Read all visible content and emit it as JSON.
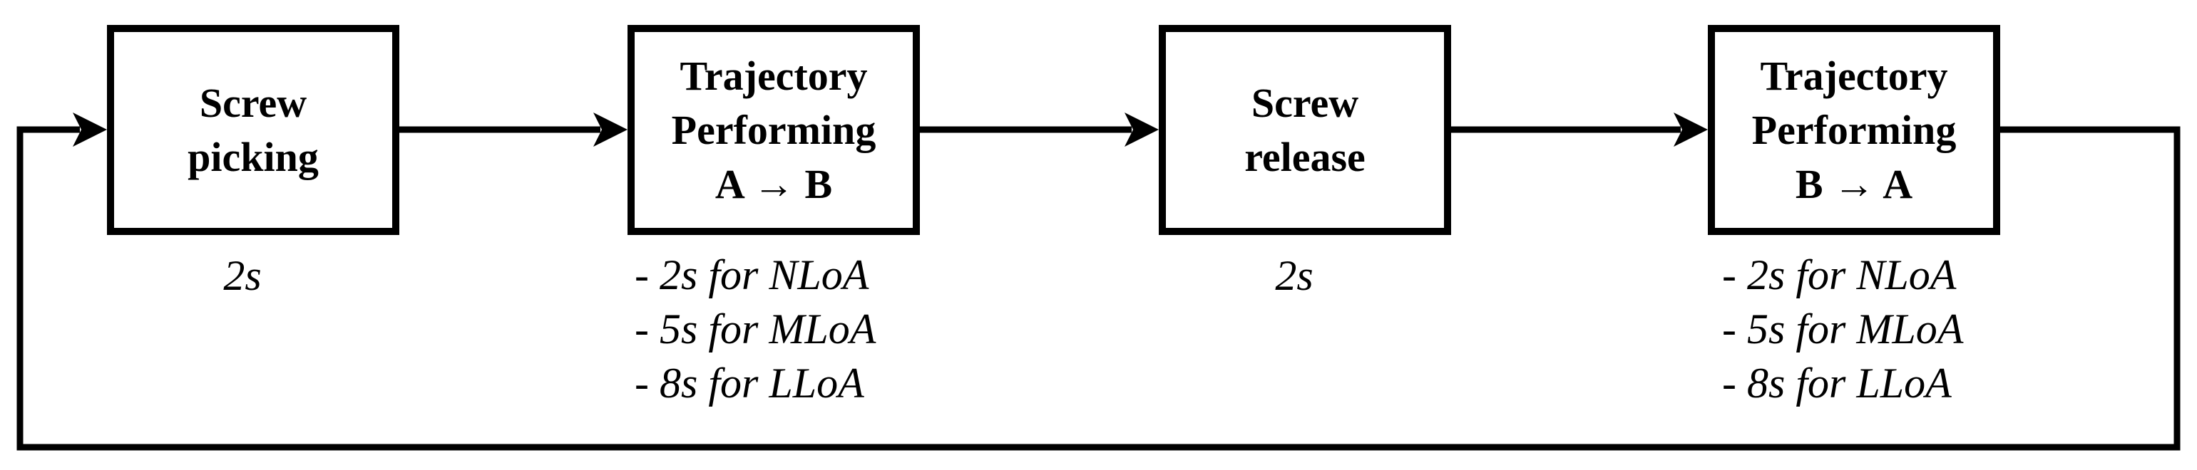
{
  "diagram": {
    "type": "flowchart-loop",
    "colors": {
      "background": "#ffffff",
      "line": "#000000",
      "text": "#000000"
    },
    "boxes": [
      {
        "id": "screw-picking",
        "lines": [
          "Screw",
          "picking"
        ],
        "duration_note": "2s"
      },
      {
        "id": "trajectory-performing-a-to-b",
        "lines": [
          "Trajectory",
          "Performing",
          "A → B"
        ],
        "duration_notes": [
          "- 2s for NLoA",
          "- 5s for MLoA",
          "- 8s for LLoA"
        ]
      },
      {
        "id": "screw-release",
        "lines": [
          "Screw",
          "release"
        ],
        "duration_note": "2s"
      },
      {
        "id": "trajectory-performing-b-to-a",
        "lines": [
          "Trajectory",
          "Performing",
          "B → A"
        ],
        "duration_notes": [
          "- 2s for NLoA",
          "- 5s for MLoA",
          "- 8s for LLoA"
        ]
      }
    ],
    "connections": [
      {
        "from": "screw-picking",
        "to": "trajectory-performing-a-to-b"
      },
      {
        "from": "trajectory-performing-a-to-b",
        "to": "screw-release"
      },
      {
        "from": "screw-release",
        "to": "trajectory-performing-b-to-a"
      },
      {
        "from": "trajectory-performing-b-to-a",
        "to": "screw-picking",
        "kind": "feedback-loop"
      }
    ]
  }
}
